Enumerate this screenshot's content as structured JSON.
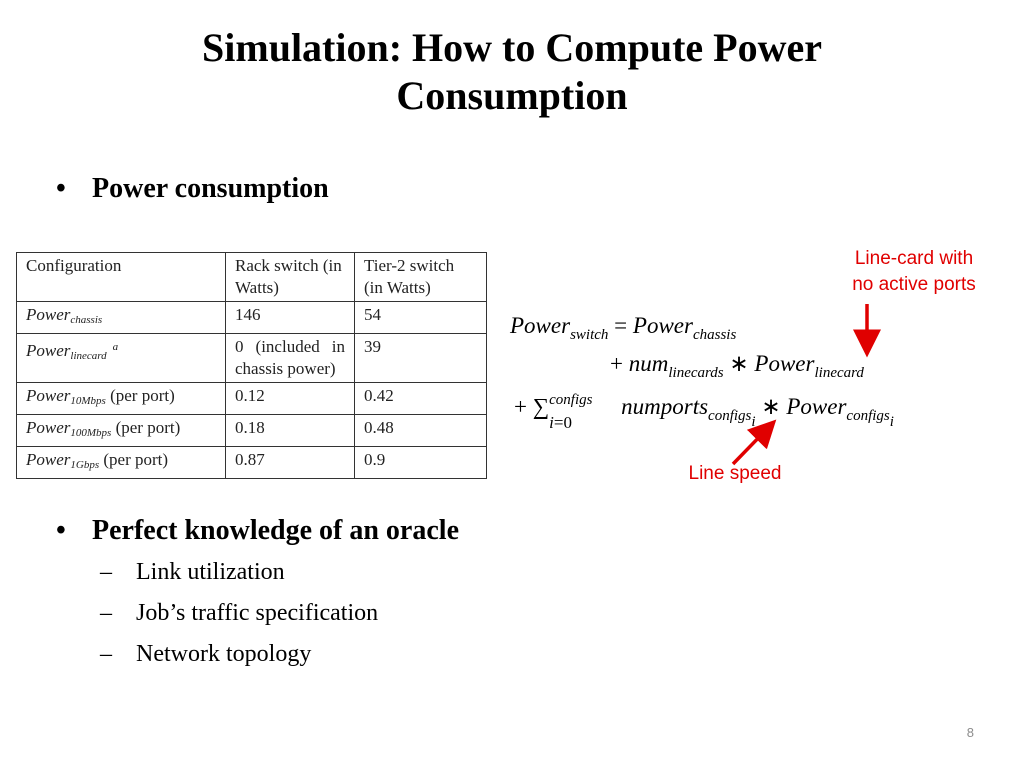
{
  "title": {
    "line1": "Simulation: How to Compute Power",
    "line2": "Consumption"
  },
  "bullets": {
    "dot": "•",
    "first": "Power consumption",
    "second": "Perfect knowledge of an oracle",
    "dash": "–",
    "sub_items": [
      "Link utilization",
      "Job’s traffic specification",
      "Network topology"
    ]
  },
  "table": {
    "headers": [
      "Configuration",
      "Rack switch (in Watts)",
      "Tier-2 switch (in Watts)"
    ],
    "rows": [
      {
        "base": "Power",
        "sub": "chassis",
        "note": "",
        "suffix": "",
        "rack": "146",
        "tier2": "54"
      },
      {
        "base": "Power",
        "sub": "linecard",
        "note": "a",
        "suffix": "",
        "rack": "0 (included in chassis power)",
        "tier2": "39"
      },
      {
        "base": "Power",
        "sub": "10Mbps",
        "note": "",
        "suffix": "(per port)",
        "rack": "0.12",
        "tier2": "0.42"
      },
      {
        "base": "Power",
        "sub": "100Mbps",
        "note": "",
        "suffix": "(per port)",
        "rack": "0.18",
        "tier2": "0.48"
      },
      {
        "base": "Power",
        "sub": "1Gbps",
        "note": "",
        "suffix": "(per port)",
        "rack": "0.87",
        "tier2": "0.9"
      }
    ]
  },
  "formula": {
    "power": "Power",
    "switch_sub": "switch",
    "equals": "=",
    "chassis_sub": "chassis",
    "plus": "+",
    "num": "num",
    "linecards_sub": "linecards",
    "times": "∗",
    "linecard_sub": "linecard",
    "sigma": "∑",
    "sum_top": "configs",
    "sum_bottom_var": "i",
    "sum_bottom_rest": "=0",
    "numports": "numports",
    "configs_i_sub": "configs",
    "index_i": "i"
  },
  "annotations": {
    "linecard_line1": "Line-card with",
    "linecard_line2": "no active ports",
    "line_speed": "Line speed",
    "color": "#e00000"
  },
  "page_number": "8"
}
